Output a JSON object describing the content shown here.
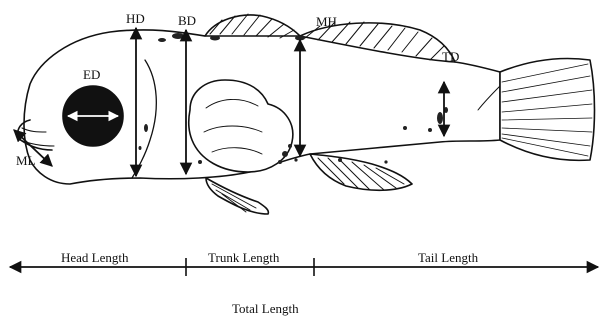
{
  "figure": {
    "measurements": {
      "hd": "HD",
      "bd": "BD",
      "mh": "MH",
      "td": "TD",
      "ed": "ED",
      "ml": "ML"
    },
    "length_axis": {
      "segments": [
        "Head Length",
        "Trunk Length",
        "Tail Length"
      ],
      "total": "Total Length"
    },
    "colors": {
      "ink": "#111111",
      "background": "#ffffff"
    }
  }
}
